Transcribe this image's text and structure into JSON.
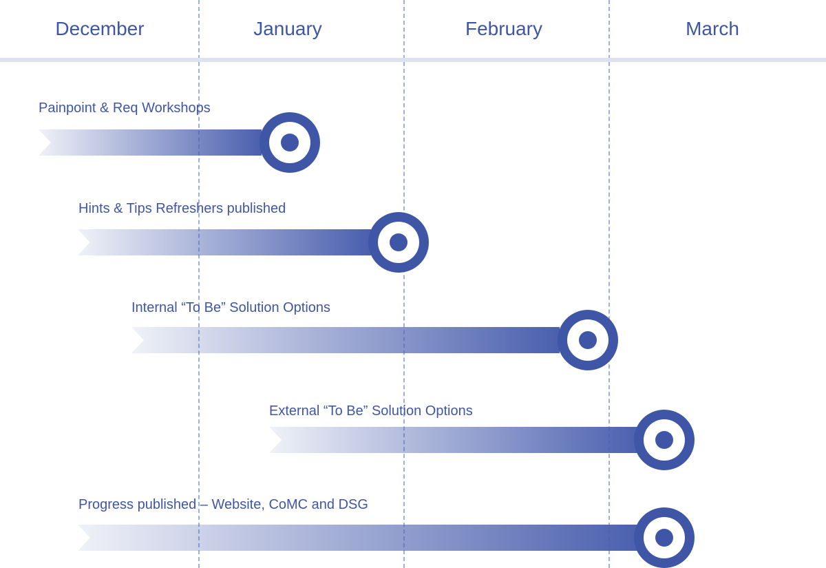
{
  "months": [
    "December",
    "January",
    "February",
    "March"
  ],
  "tasks": [
    {
      "label": "Painpoint & Req Workshops"
    },
    {
      "label": "Hints & Tips Refreshers published"
    },
    {
      "label": "Internal “To Be” Solution Options"
    },
    {
      "label": "External “To Be” Solution Options"
    },
    {
      "label": "Progress published – Website, CoMC and DSG"
    }
  ],
  "colors": {
    "primary": "#3f56a6",
    "header_rule": "#dde2f1",
    "divider": "#9fb0d8",
    "background": "#ffffff"
  }
}
